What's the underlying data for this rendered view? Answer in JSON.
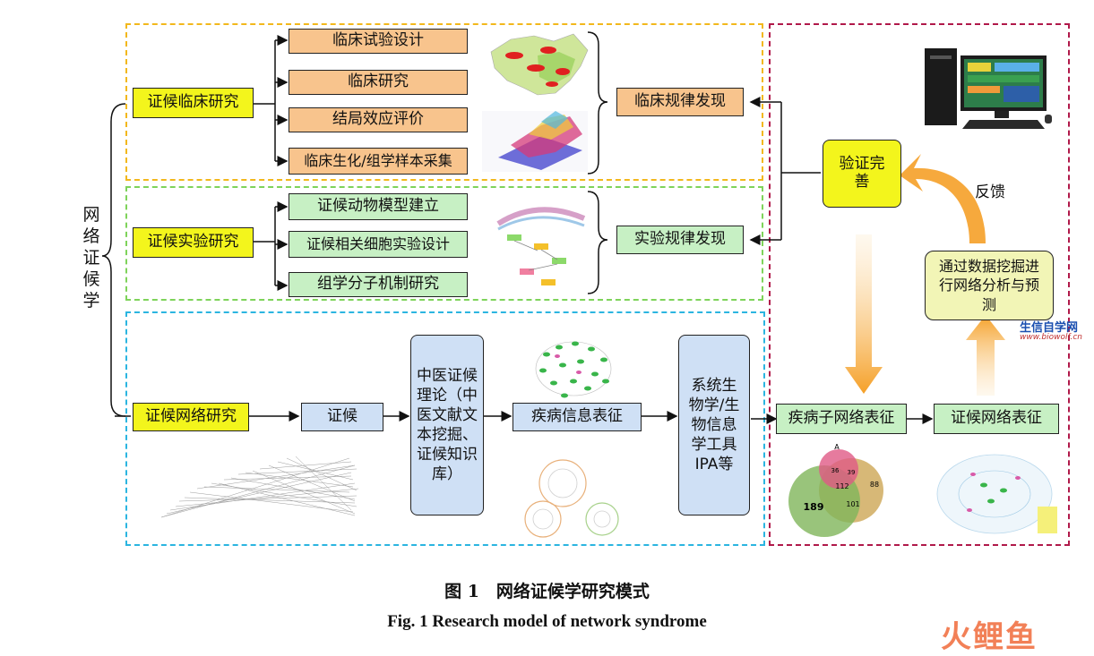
{
  "side_label": "网络证候学",
  "clinical": {
    "main": "证候临床研究",
    "items": [
      "临床试验设计",
      "临床研究",
      "结局效应评价",
      "临床生化/组学样本采集"
    ],
    "result": "临床规律发现"
  },
  "experimental": {
    "main": "证候实验研究",
    "items": [
      "证候动物模型建立",
      "证候相关细胞实验设计",
      "组学分子机制研究"
    ],
    "result": "实验规律发现"
  },
  "network": {
    "main": "证候网络研究",
    "step1": "证候",
    "step2": "中医证候理论（中医文献文本挖掘、证候知识库）",
    "step3": "疾病信息表征",
    "step4": "系统生物学/生物信息学工具IPA等",
    "step5": "疾病子网络表征",
    "step6": "证候网络表征"
  },
  "validation": {
    "verify": "验证完善",
    "feedback": "反馈",
    "mining": "通过数据挖掘进行网络分析与预测"
  },
  "venn": {
    "top": "A",
    "a": "189",
    "b": "112",
    "c": "101",
    "d": "88",
    "e": "36",
    "f": "39"
  },
  "watermark": {
    "brand": "生信自学网",
    "url": "www.biowolf.cn",
    "corner": "火鲤鱼"
  },
  "caption": {
    "cn": "图 1　网络证候学研究模式",
    "en": "Fig. 1   Research model of network syndrome"
  },
  "colors": {
    "clinical_border": "#f2b81c",
    "experimental_border": "#7ed35a",
    "network_border": "#2bb5e0",
    "validation_border": "#b0194a",
    "arrow": "#f5a028"
  }
}
